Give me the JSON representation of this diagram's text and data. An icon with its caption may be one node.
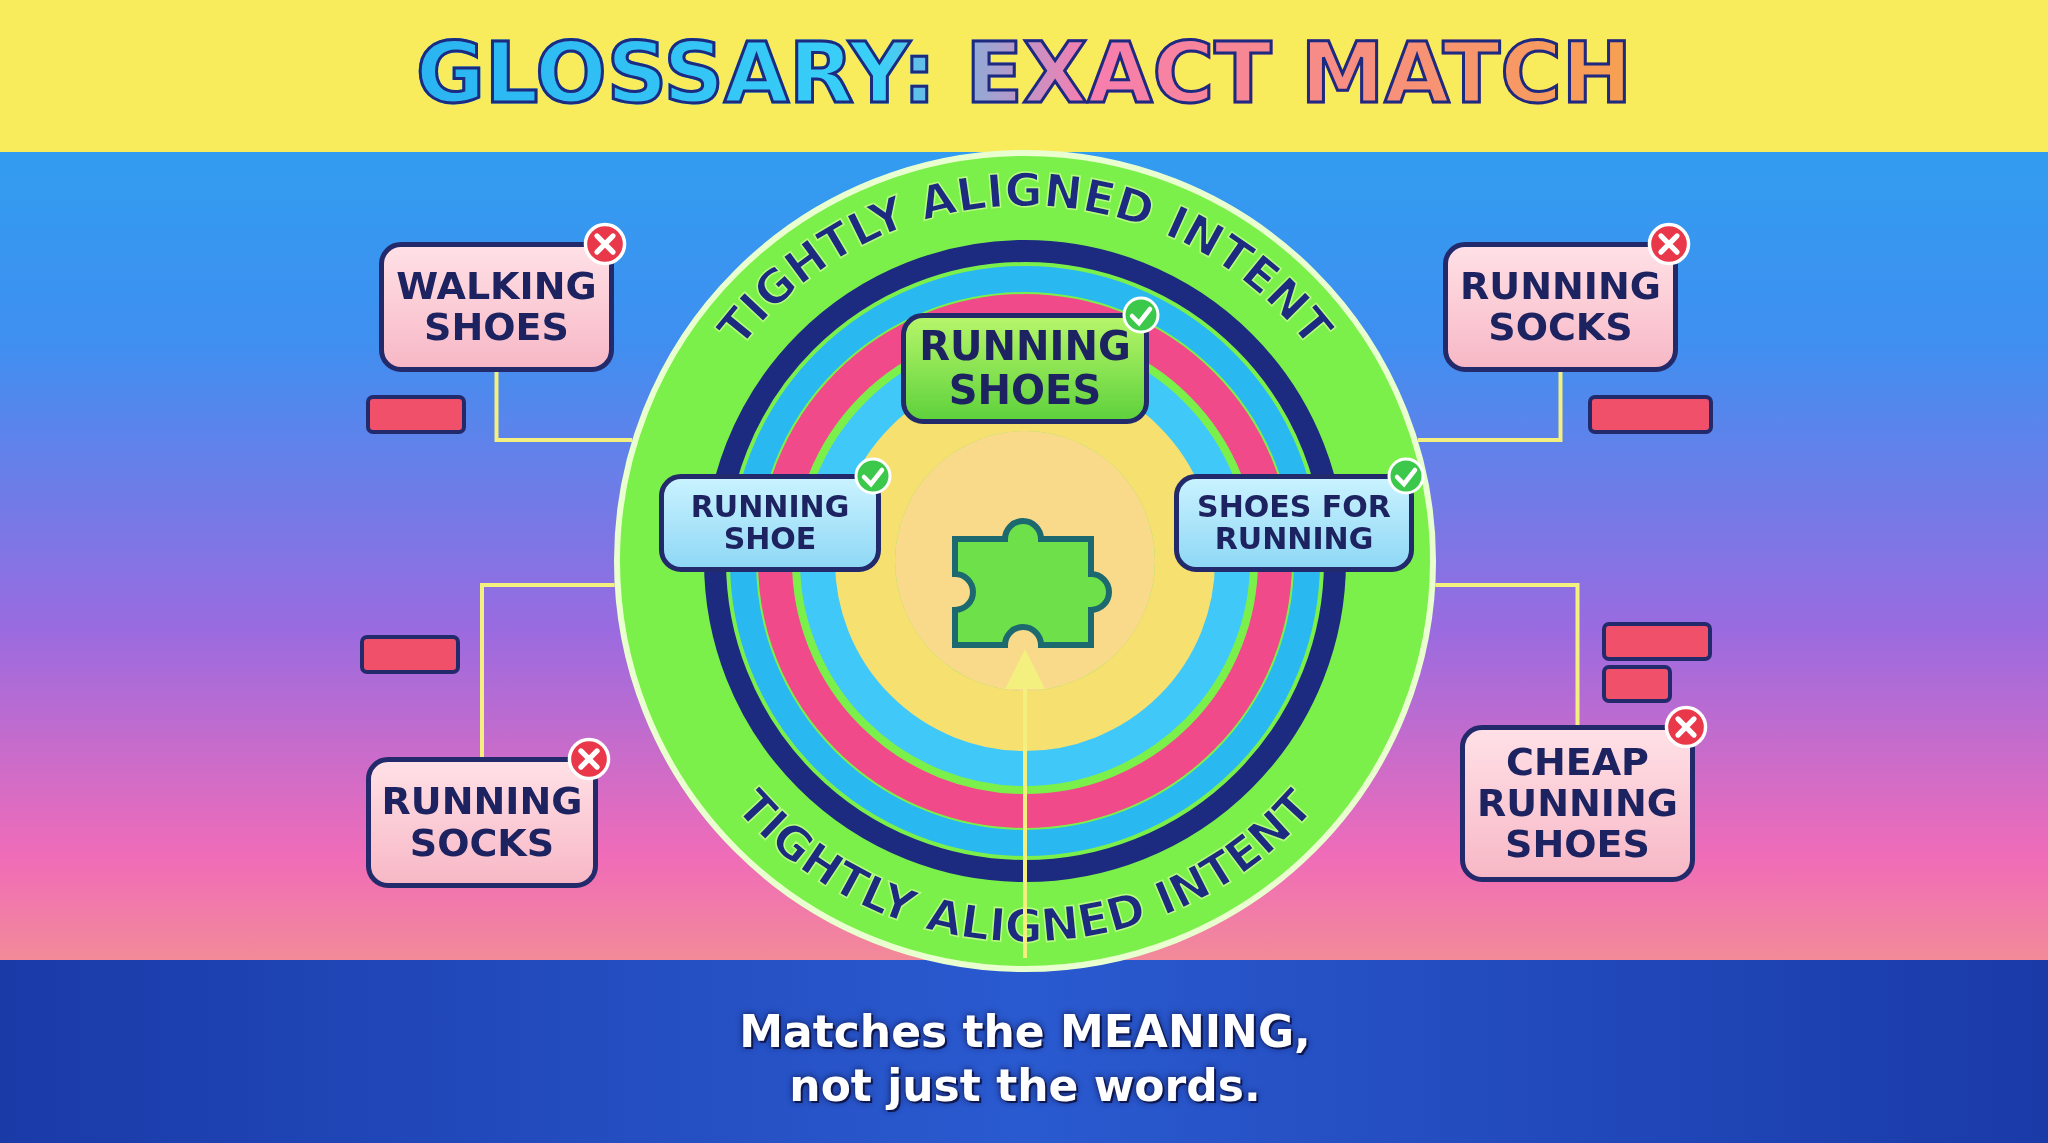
{
  "diagram": {
    "title": "GLOSSARY: EXACT MATCH",
    "caption": "Matches the MEANING, not just the words.",
    "nodes": [
      {
        "text": [
          "WALKING SHOES"
        ]
      },
      {
        "text": [
          "RUNNING SOCKS"
        ]
      },
      {
        "text": [
          "TIGHTLY ALIGNED INTENT",
          "TIGHTLY ALIGNED INTENT"
        ]
      },
      {
        "text": [
          "RUNNING SHOES"
        ],
        "in": 2
      },
      {
        "text": [
          "RUNNING SHOE"
        ],
        "in": 2
      },
      {
        "text": [
          "SHOES FOR RUNNING"
        ],
        "in": 2
      },
      {
        "text": [],
        "shape": "picture",
        "in": 2
      },
      {
        "text": [
          "RUNNING SOCKS"
        ]
      },
      {
        "text": [
          "CHEAP RUNNING SHOES"
        ]
      },
      {
        "text": [],
        "shape": "bar"
      },
      {
        "text": [],
        "shape": "bar"
      },
      {
        "text": [],
        "shape": "bar"
      },
      {
        "text": [],
        "shape": "bar"
      },
      {
        "text": [],
        "shape": "bar"
      }
    ],
    "edges": [
      {
        "from": 0,
        "to": 2,
        "arrow": "none"
      },
      {
        "from": 1,
        "to": 2,
        "arrow": "none"
      },
      {
        "from": 7,
        "to": 2,
        "arrow": "none"
      },
      {
        "from": 8,
        "to": 2,
        "arrow": "none"
      },
      {
        "from": null,
        "to": 6,
        "arrow": "to"
      }
    ]
  }
}
